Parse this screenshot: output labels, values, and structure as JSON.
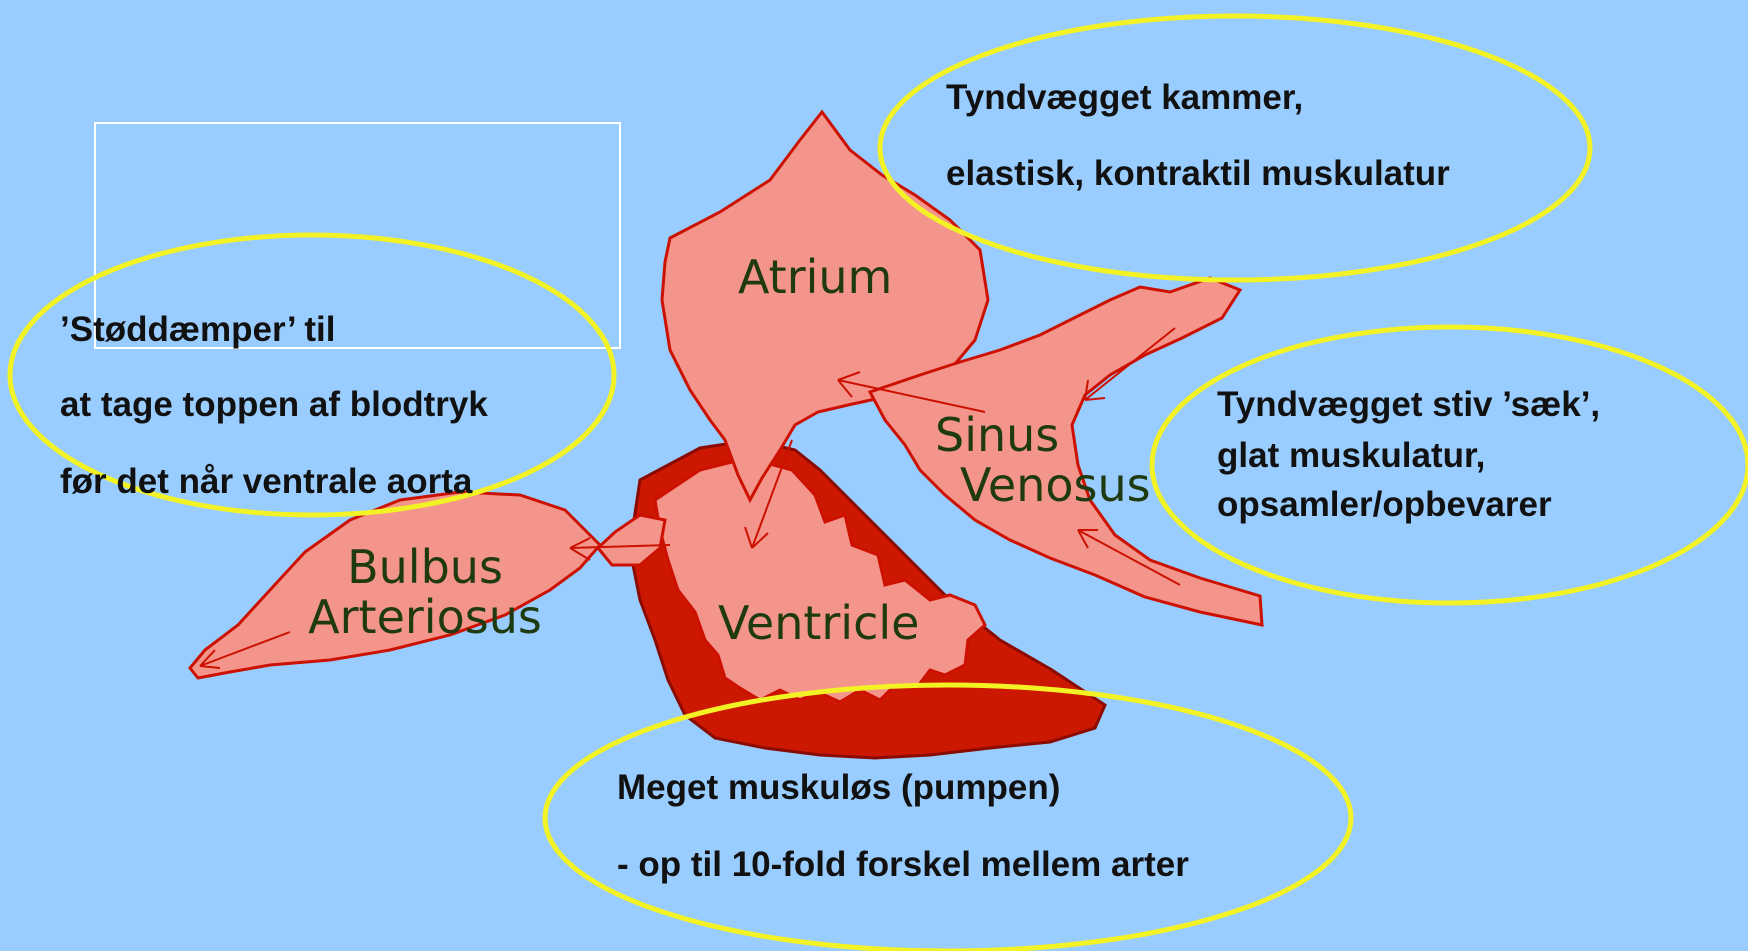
{
  "colors": {
    "background": "#99ccff",
    "chamber_fill": "#f4958c",
    "chamber_outline": "#cc1100",
    "ventricle_wall": "#cc1800",
    "ellipse_outline": "#f2f224",
    "label_text": "#1f3a0f",
    "note_text": "#111111"
  },
  "organs": {
    "atrium": "Atrium",
    "sinus_line1": "Sinus",
    "sinus_line2": "Venosus",
    "bulbus_line1": "Bulbus",
    "bulbus_line2": "Arteriosus",
    "ventricle": "Ventricle"
  },
  "notes": {
    "atrium_line1": "Tyndvægget kammer,",
    "atrium_line2": "elastisk, kontraktil muskulatur",
    "bulbus_line1": "’Støddæmper’ til",
    "bulbus_line2": "at tage toppen af blodtryk",
    "bulbus_line3": "før det når ventrale aorta",
    "sinus_line1": "Tyndvægget stiv ’sæk’,",
    "sinus_line2": "glat muskulatur,",
    "sinus_line3": "opsamler/opbevarer",
    "ventricle_line1": "Meget muskuløs (pumpen)",
    "ventricle_line2": "- op til 10-fold forskel mellem arter"
  }
}
